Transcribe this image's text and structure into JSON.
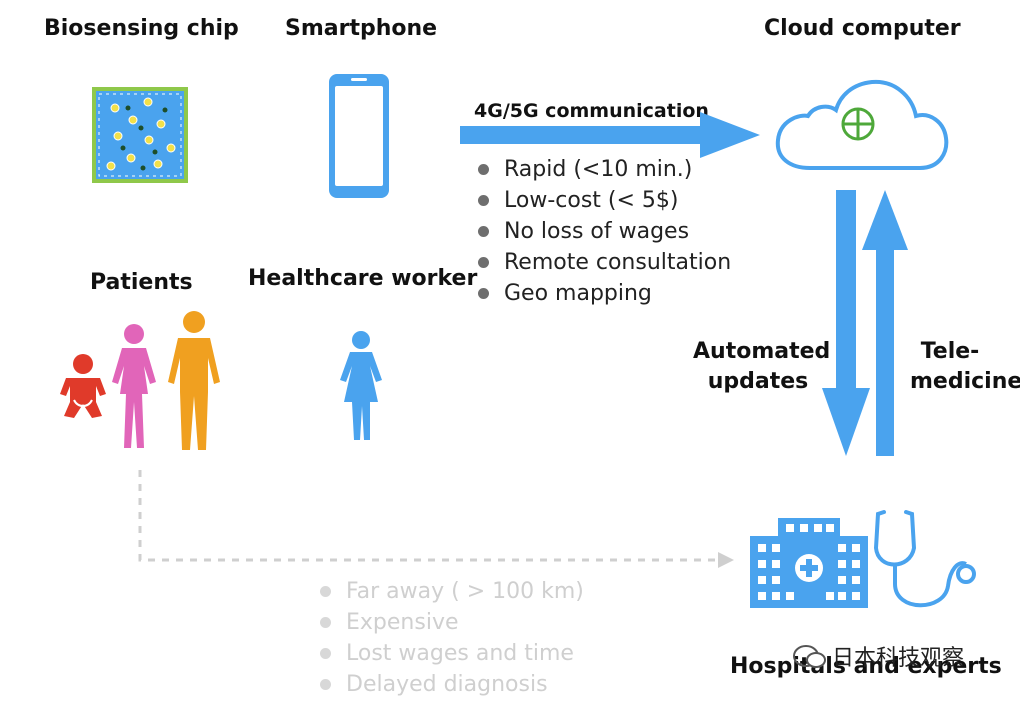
{
  "labels": {
    "biosensing_chip": "Biosensing chip",
    "smartphone": "Smartphone",
    "cloud_computer": "Cloud computer",
    "patients": "Patients",
    "healthcare_worker": "Healthcare worker",
    "communication": "4G/5G communication",
    "automated_updates": "Automated updates",
    "telemedicine": "Tele-medicine",
    "hospitals": "Hospitals and experts"
  },
  "benefits": [
    "Rapid (<10 min.)",
    "Low-cost (< 5$)",
    "No loss of wages",
    "Remote consultation",
    "Geo mapping"
  ],
  "drawbacks": [
    "Far away ( > 100 km)",
    "Expensive",
    "Lost wages and time",
    "Delayed diagnosis"
  ],
  "watermark": "日本科技观察",
  "colors": {
    "blue": "#4aa3ee",
    "chip_border": "#8fc84a",
    "cross": "#4ea83a",
    "baby": "#e03a2a",
    "woman": "#e165b9",
    "man": "#f0a020",
    "gray_line": "#cfcfcf"
  }
}
